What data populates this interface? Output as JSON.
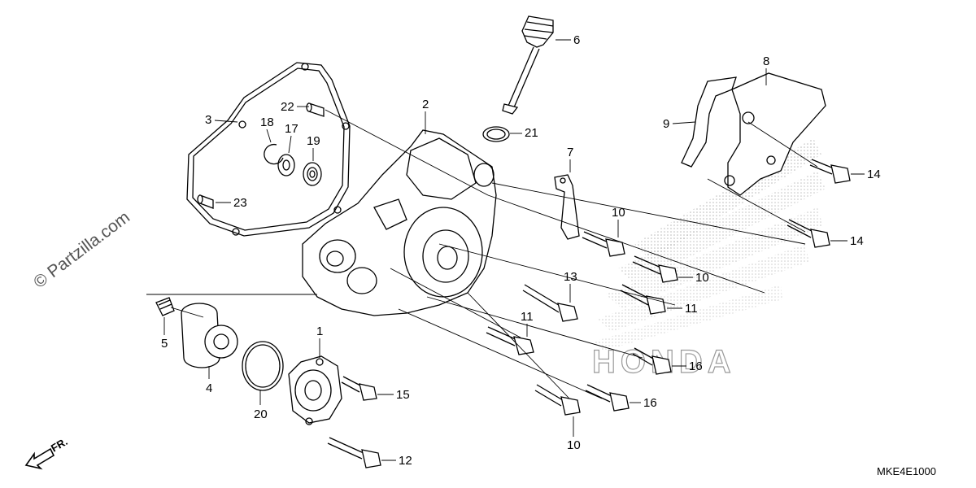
{
  "watermark": "© Partzilla.com",
  "brand_watermark": "HONDA",
  "diagram_id": "MKE4E1000",
  "direction_label": "FR.",
  "callouts": {
    "c1": "1",
    "c2": "2",
    "c3": "3",
    "c4": "4",
    "c5": "5",
    "c6": "6",
    "c7": "7",
    "c8": "8",
    "c9": "9",
    "c10a": "10",
    "c10b": "10",
    "c10c": "10",
    "c11a": "11",
    "c11b": "11",
    "c12": "12",
    "c13": "13",
    "c14a": "14",
    "c14b": "14",
    "c15": "15",
    "c16a": "16",
    "c16b": "16",
    "c17": "17",
    "c18": "18",
    "c19": "19",
    "c20": "20",
    "c21": "21",
    "c22": "22",
    "c23": "23"
  }
}
